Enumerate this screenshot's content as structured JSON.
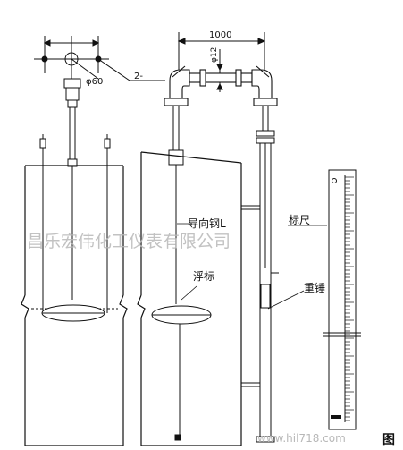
{
  "dimensions": {
    "span": "1000",
    "pipe_dia": "φ12",
    "flange_dia": "φ60",
    "hole_count": "2-"
  },
  "labels": {
    "guide_wire": "导向钢L",
    "float": "浮标",
    "scale": "标尺",
    "weight": "重锤"
  },
  "watermarks": {
    "company": "昌乐宏伟化工仪表有限公司",
    "site": "www.hil718.com"
  },
  "corner_text": "图"
}
